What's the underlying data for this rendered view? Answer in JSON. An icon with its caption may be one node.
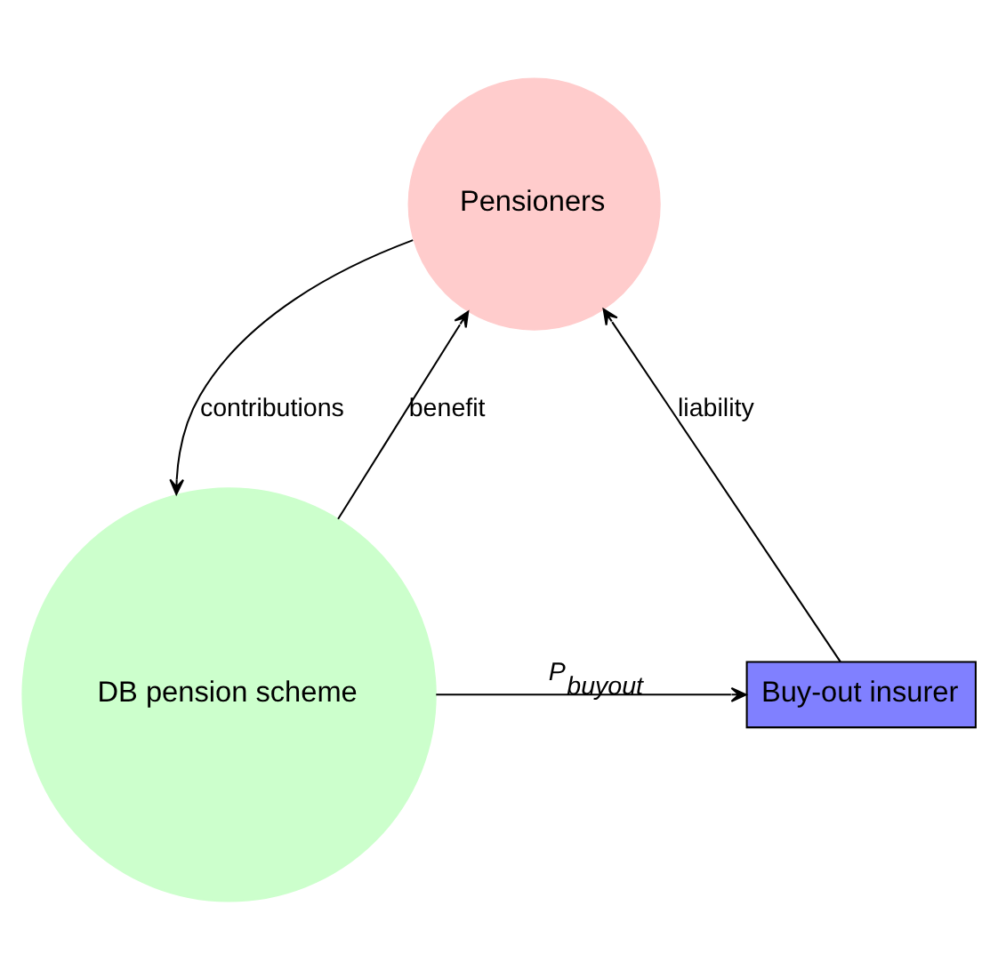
{
  "diagram": {
    "nodes": [
      {
        "text": [
          "Pensioners"
        ]
      },
      {
        "text": [
          "DB pension scheme"
        ]
      },
      {
        "text": [
          "Buy-out insurer"
        ]
      }
    ],
    "edges": [
      {
        "from": 0,
        "to": 1,
        "arrow": "to",
        "label": "contributions"
      },
      {
        "from": 1,
        "to": 0,
        "arrow": "to",
        "label": "benefit"
      },
      {
        "from": 2,
        "to": 0,
        "arrow": "to",
        "label": "liability"
      },
      {
        "from": 1,
        "to": 2,
        "arrow": "to",
        "label": "P$_{buyout}$"
      }
    ]
  }
}
